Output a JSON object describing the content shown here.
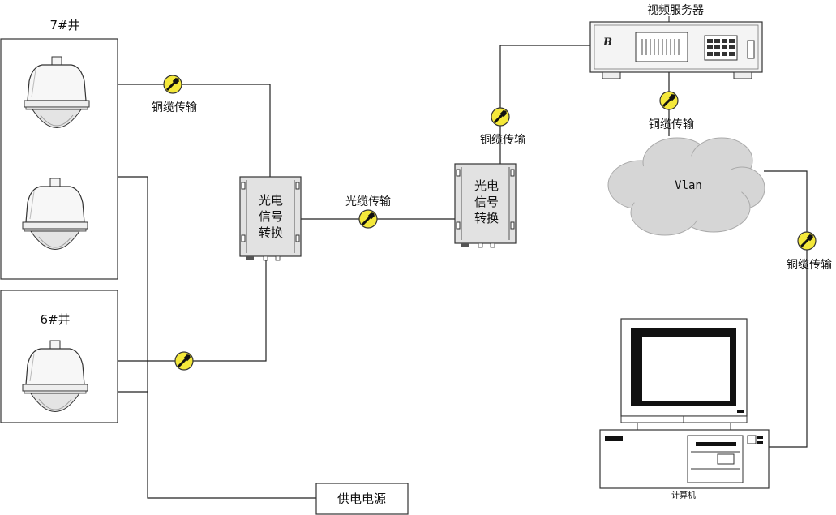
{
  "wells": {
    "well_7": "7#井",
    "well_6": "6#井"
  },
  "links": {
    "copper_1": "铜缆传输",
    "copper_2": "铜缆传输",
    "copper_3": "铜缆传输",
    "copper_4": "铜缆传输",
    "fiber": "光缆传输"
  },
  "converters": {
    "left": [
      "光电",
      "信号",
      "转换"
    ],
    "right": [
      "光电",
      "信号",
      "转换"
    ]
  },
  "server_label": "视频服务器",
  "cloud_label": "Vlan",
  "computer_label": "计算机",
  "power_label": "供电电源",
  "colors": {
    "connector_fill": "#f4e83a",
    "converter_fill": "#e2e2e2",
    "cloud_fill": "#d6d6d6",
    "line": "#222222"
  }
}
